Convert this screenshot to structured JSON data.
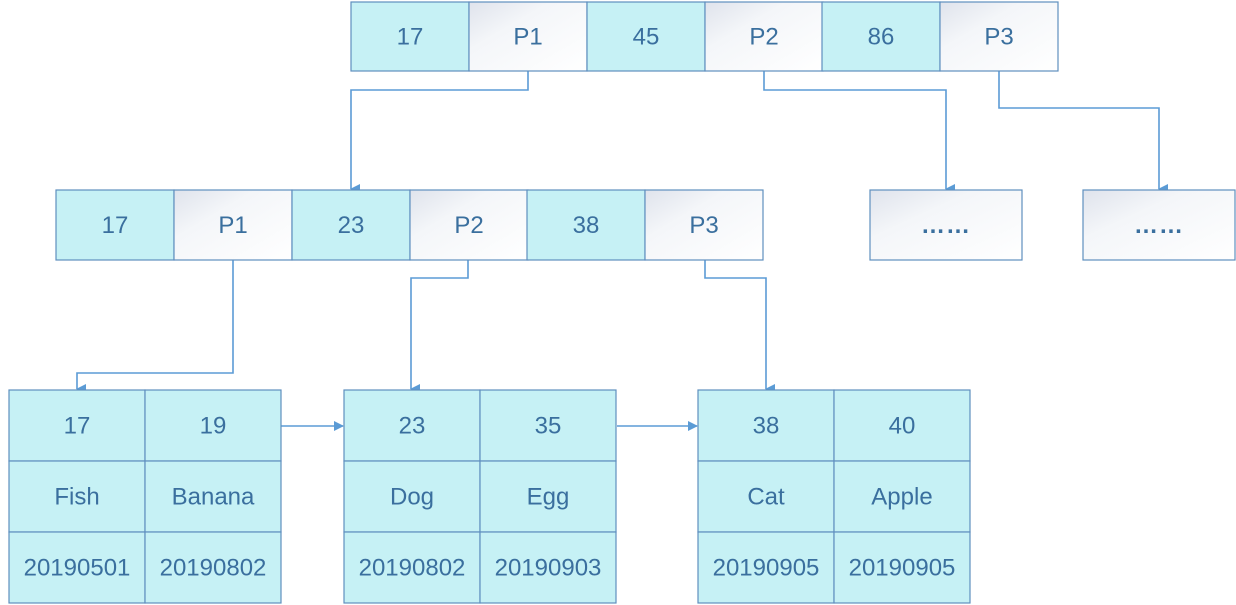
{
  "colors": {
    "key_fill": "#c6f1f5",
    "pointer_fill": "#f2f4f8",
    "border": "#5f8fbf",
    "arrow": "#5b9bd5",
    "text": "#3a6f9e"
  },
  "root": {
    "cells": [
      "17",
      "P1",
      "45",
      "P2",
      "86",
      "P3"
    ]
  },
  "internal": {
    "cells": [
      "17",
      "P1",
      "23",
      "P2",
      "38",
      "P3"
    ]
  },
  "placeholders": [
    "……",
    "……"
  ],
  "leaves": [
    {
      "keys": [
        "17",
        "19"
      ],
      "names": [
        "Fish",
        "Banana"
      ],
      "dates": [
        "20190501",
        "20190802"
      ]
    },
    {
      "keys": [
        "23",
        "35"
      ],
      "names": [
        "Dog",
        "Egg"
      ],
      "dates": [
        "20190802",
        "20190903"
      ]
    },
    {
      "keys": [
        "38",
        "40"
      ],
      "names": [
        "Cat",
        "Apple"
      ],
      "dates": [
        "20190905",
        "20190905"
      ]
    }
  ]
}
